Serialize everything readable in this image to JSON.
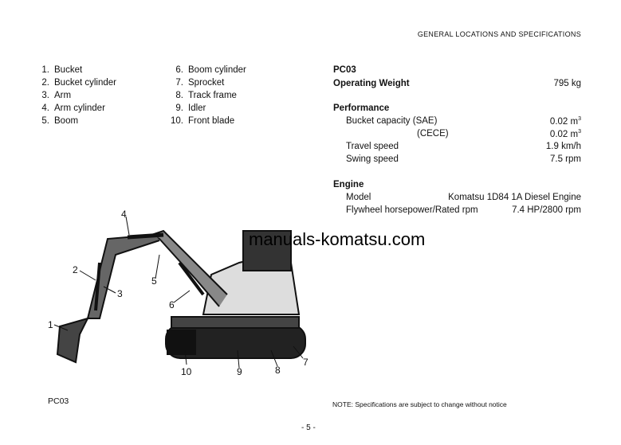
{
  "header": {
    "section_title": "GENERAL LOCATIONS AND SPECIFICATIONS"
  },
  "parts_list": [
    {
      "num": "1.",
      "name": "Bucket"
    },
    {
      "num": "2.",
      "name": "Bucket cylinder"
    },
    {
      "num": "3.",
      "name": "Arm"
    },
    {
      "num": "4.",
      "name": "Arm cylinder"
    },
    {
      "num": "5.",
      "name": "Boom"
    },
    {
      "num": "6.",
      "name": "Boom cylinder"
    },
    {
      "num": "7.",
      "name": "Sprocket"
    },
    {
      "num": "8.",
      "name": "Track frame"
    },
    {
      "num": "9.",
      "name": "Idler"
    },
    {
      "num": "10.",
      "name": "Front blade"
    }
  ],
  "specs": {
    "model": "PC03",
    "operating_weight_label": "Operating Weight",
    "operating_weight_value": "795 kg",
    "performance_title": "Performance",
    "bucket_sae_label": "Bucket capacity (SAE)",
    "bucket_sae_value": "0.02 m",
    "bucket_cece_label": "(CECE)",
    "bucket_cece_value": "0.02 m",
    "cubic_sup": "3",
    "travel_label": "Travel speed",
    "travel_value": "1.9 km/h",
    "swing_label": "Swing speed",
    "swing_value": "7.5 rpm",
    "engine_title": "Engine",
    "engine_model_label": "Model",
    "engine_model_value": "Komatsu 1D84 1A Diesel Engine",
    "flywheel_label": "Flywheel horsepower/Rated rpm",
    "flywheel_value": "7.4 HP/2800 rpm"
  },
  "diagram_labels": [
    "1",
    "2",
    "3",
    "4",
    "5",
    "6",
    "7",
    "8",
    "9",
    "10"
  ],
  "watermark": "manuals-komatsu.com",
  "figure_caption": "PC03",
  "note": "NOTE:  Specifications are subject to change without notice",
  "page_number": "- 5 -"
}
